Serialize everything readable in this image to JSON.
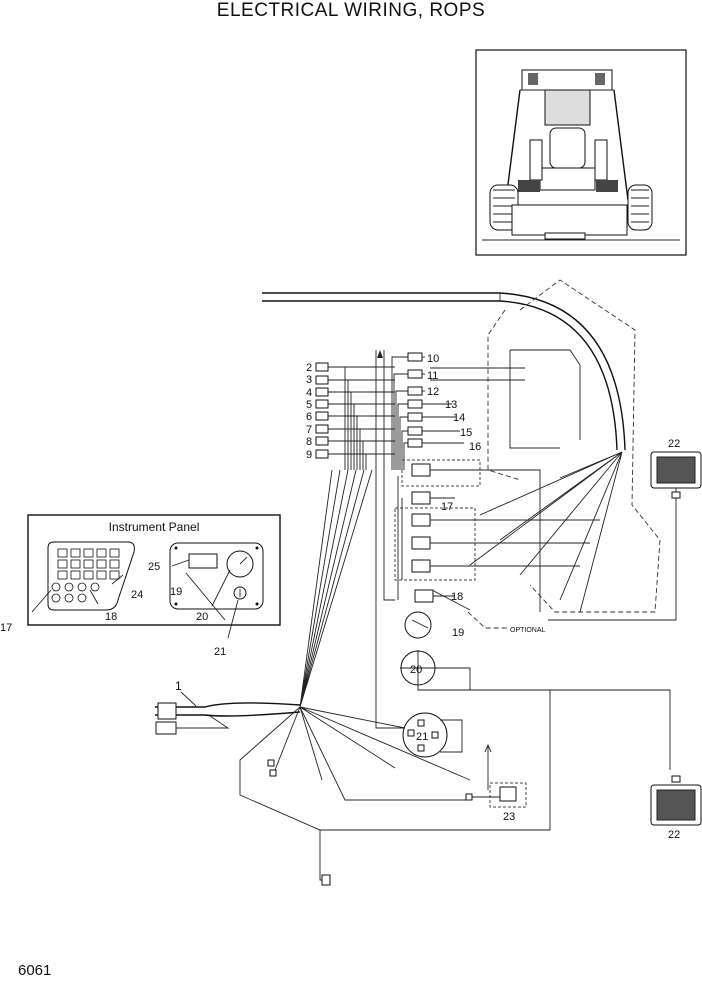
{
  "title": "ELECTRICAL WIRING, ROPS",
  "page_number": "6061",
  "inset": {
    "label": "Instrument Panel"
  },
  "optional_label": "OPTIONAL",
  "callouts": {
    "c1": "1",
    "c2": "2",
    "c3": "3",
    "c4": "4",
    "c5": "5",
    "c6": "6",
    "c7": "7",
    "c8": "8",
    "c9": "9",
    "c10": "10",
    "c11": "11",
    "c12": "12",
    "c13": "13",
    "c14": "14",
    "c15": "15",
    "c16": "16",
    "c17": "17",
    "c18": "18",
    "c19": "19",
    "c20": "20",
    "c21": "21",
    "c22": "22",
    "c23": "23",
    "c24": "24",
    "c25": "25"
  }
}
